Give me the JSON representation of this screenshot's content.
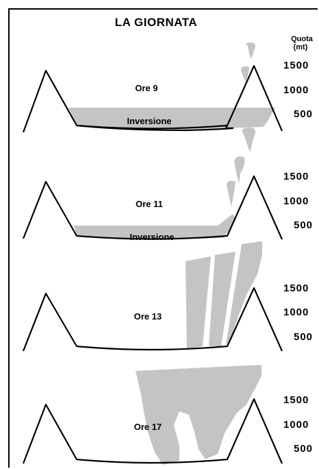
{
  "title": "LA GIORNATA",
  "axis": {
    "label_line1": "Quota",
    "label_line2": "(mt)",
    "ticks": [
      "1500",
      "1000",
      "500"
    ]
  },
  "panels": [
    {
      "time": "Ore 9",
      "inversion_label": "Inversione"
    },
    {
      "time": "Ore 11",
      "inversion_label": "Inversione"
    },
    {
      "time": "Ore 13"
    },
    {
      "time": "Ore 17"
    }
  ],
  "colors": {
    "shading": "#c4c4c4",
    "line": "#000000"
  }
}
